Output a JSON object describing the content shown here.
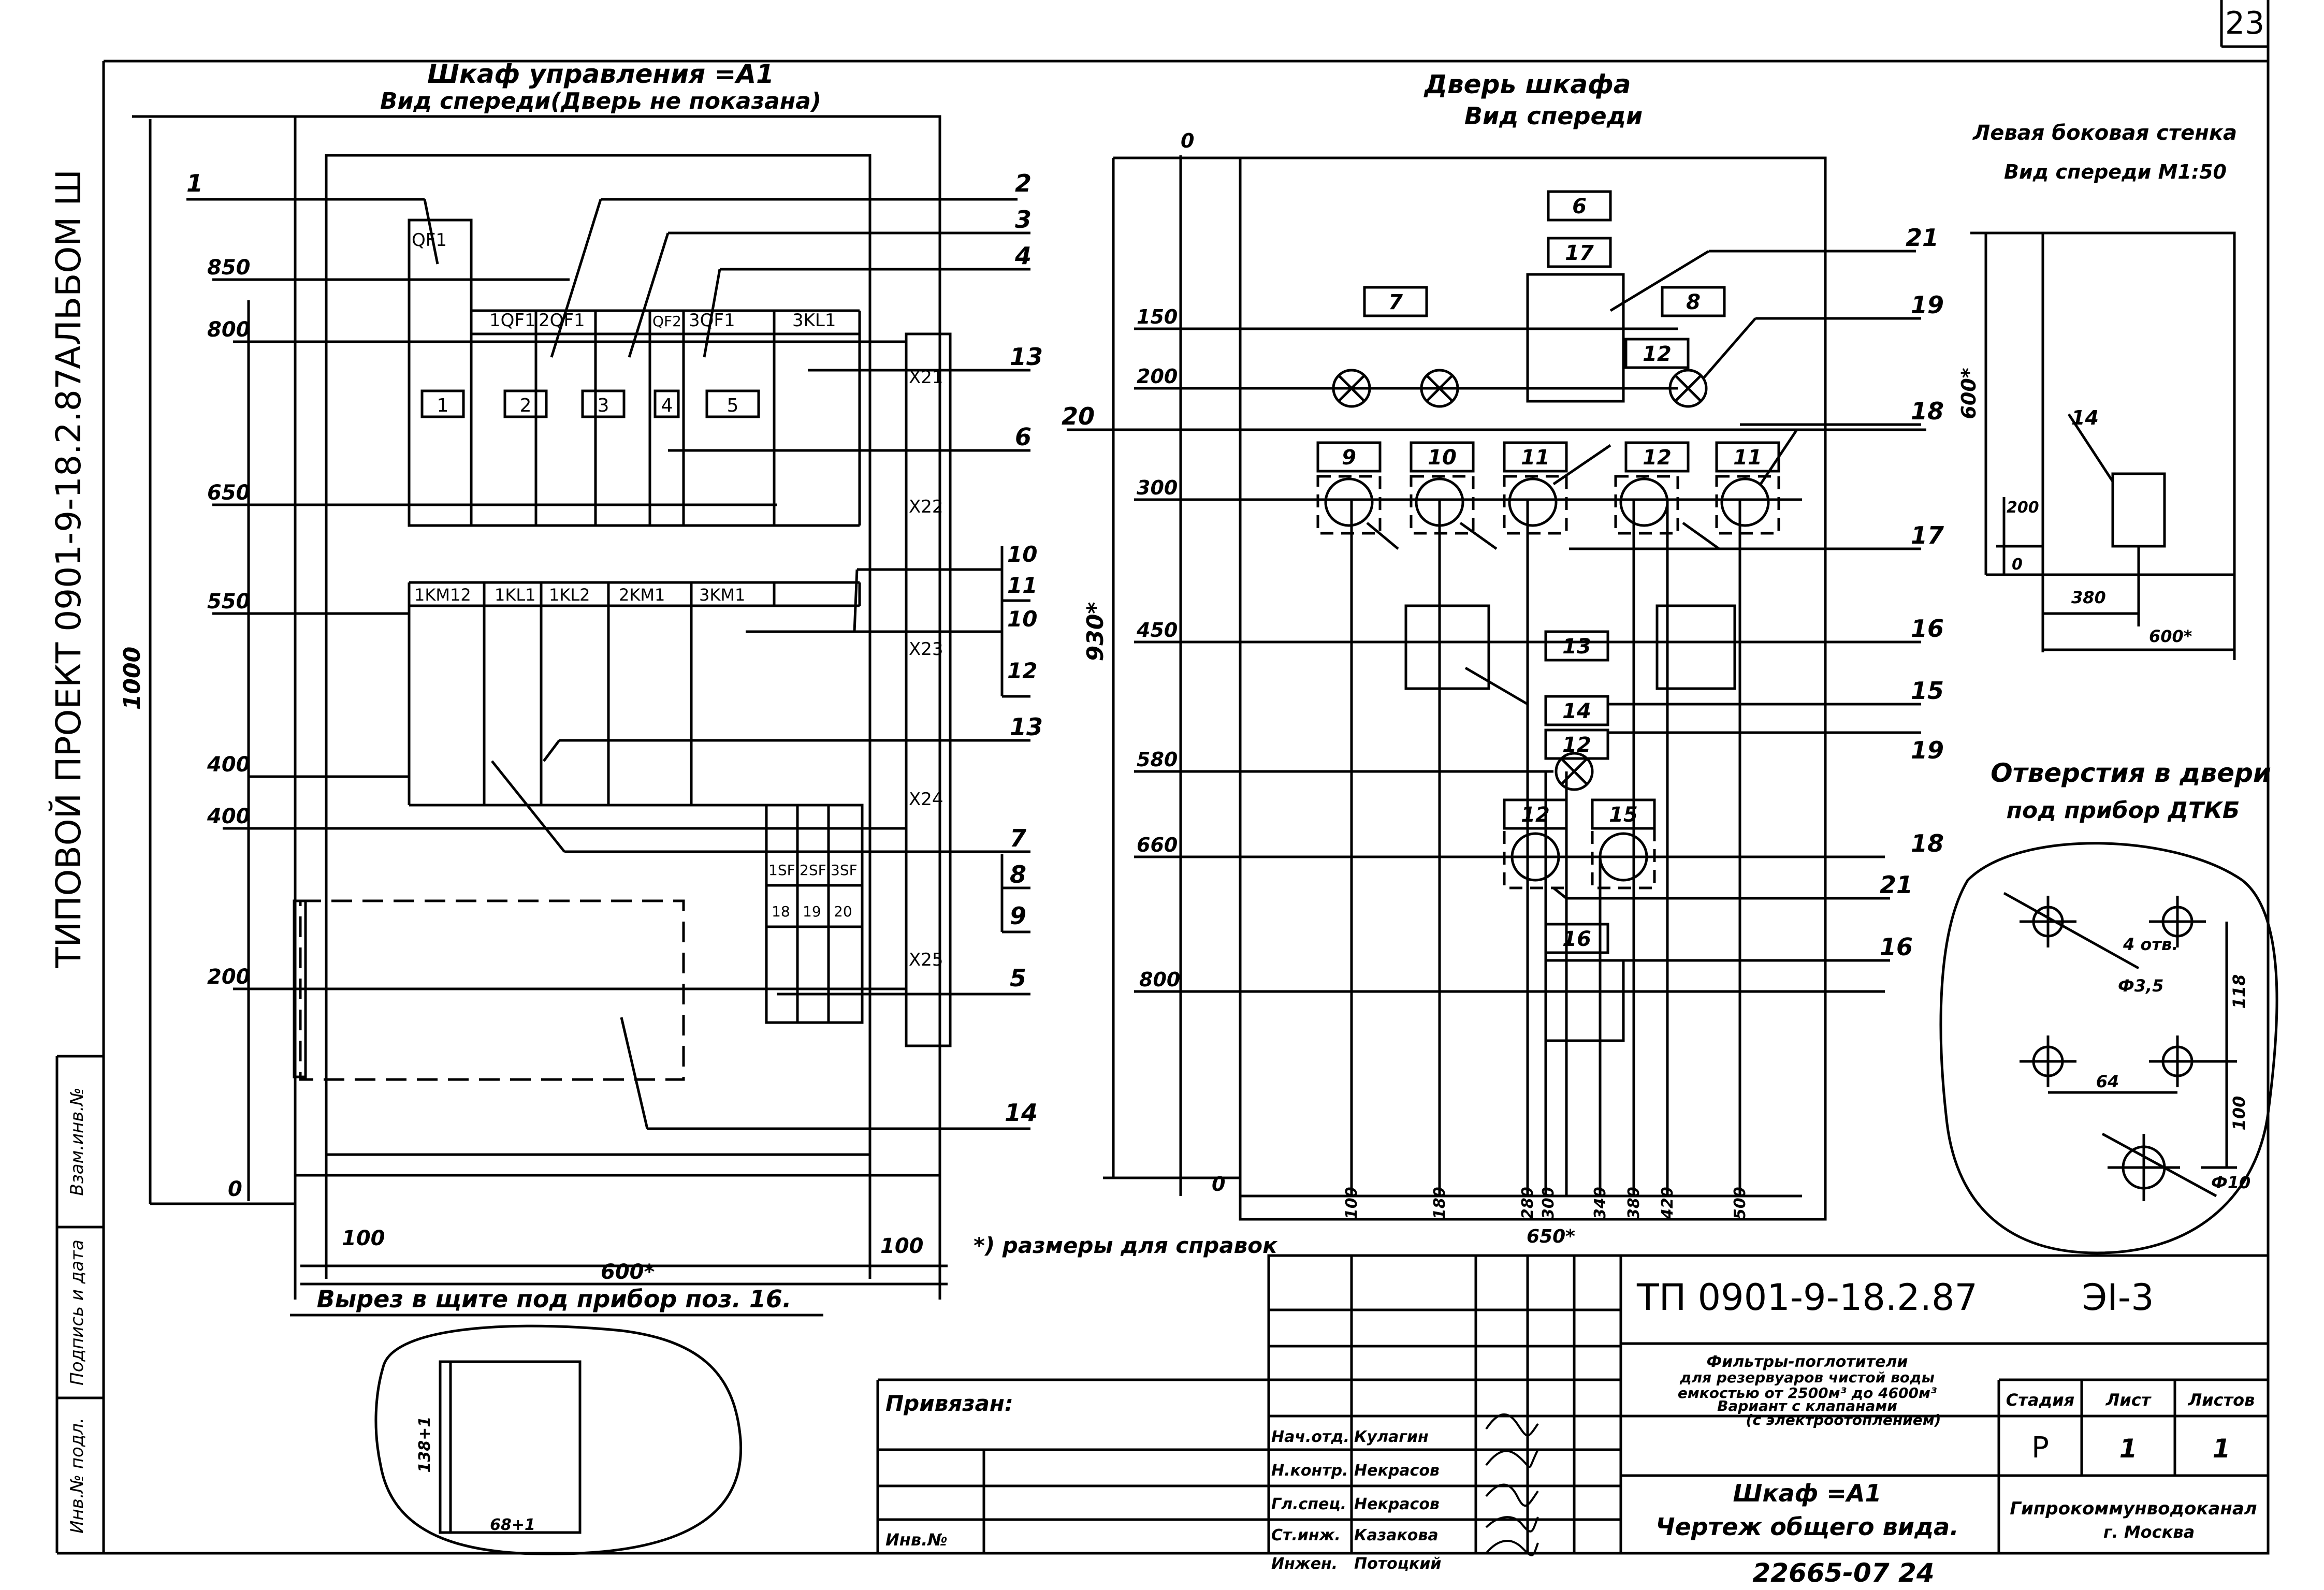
{
  "page_number": "23",
  "left_margin": {
    "album": "АЛЬБОМ Ш",
    "project": "ТИПОВОЙ ПРОЕКТ 0901-9-18.2.87",
    "stamps": [
      "Взам.инв.№",
      "Подпись и дата",
      "Инв.№ подл."
    ]
  },
  "front_view": {
    "title": "Шкаф управления =А1",
    "subtitle": "Вид спереди(Дверь не показана)",
    "dims_left": [
      "850",
      "800",
      "650",
      "550",
      "400",
      "400",
      "200",
      "0"
    ],
    "height_dim": "1000",
    "top_devices": [
      "QF1",
      "1QF1",
      "2QF1",
      "QF2",
      "3QF1",
      "3KL1"
    ],
    "top_numbers": [
      "1",
      "2",
      "3",
      "4",
      "5"
    ],
    "mid_devices": [
      "1KM12",
      "1KL1",
      "1KL2",
      "2KM1",
      "3KM1"
    ],
    "terminals": [
      "X21",
      "X22",
      "X23",
      "X24",
      "X25"
    ],
    "small_breakers": [
      "1SF",
      "2SF",
      "3SF"
    ],
    "small_numbers": [
      "18",
      "19",
      "20"
    ],
    "callouts_right": [
      "2",
      "3",
      "4",
      "13",
      "6",
      "10",
      "11",
      "10",
      "12",
      "13",
      "7",
      "8",
      "9",
      "5",
      "14"
    ],
    "callout_left": "1",
    "bottom_dims": [
      "100",
      "600*",
      "100"
    ],
    "note": "*) размеры для справок"
  },
  "cutout": {
    "title": "Вырез в щите под прибор поз. 16.",
    "dim_h": "138+1",
    "dim_w": "68+1"
  },
  "door_view": {
    "title": "Дверь шкафа",
    "subtitle": "Вид спереди",
    "dims_left": [
      "0",
      "150",
      "200",
      "300",
      "450",
      "580",
      "660",
      "800",
      "0"
    ],
    "height_dim": "930*",
    "labels": [
      "6",
      "7",
      "8",
      "17",
      "12",
      "9",
      "10",
      "11",
      "12",
      "11",
      "13",
      "14",
      "12",
      "12",
      "15",
      "16"
    ],
    "callouts_right": [
      "21",
      "19",
      "18",
      "17",
      "16",
      "15",
      "19",
      "18",
      "21",
      "16"
    ],
    "callout_left": "20",
    "bottom_dims": [
      "100",
      "180",
      "280",
      "300",
      "340",
      "380",
      "420",
      "500"
    ],
    "width_dim": "650*"
  },
  "side_view": {
    "title": "Левая боковая стенка",
    "subtitle": "Вид спереди М1:50",
    "height_dim": "600*",
    "label": "14",
    "dims": [
      "200",
      "0",
      "380",
      "600*"
    ]
  },
  "holes": {
    "title": "Отверстия в двери",
    "subtitle": "под прибор ДТКБ",
    "dims": [
      "4 отв.",
      "Ф3,5",
      "118",
      "64",
      "100",
      "Ф10"
    ]
  },
  "title_block": {
    "code": "ТП 0901-9-18.2.87",
    "sheet_code": "ЭI-3",
    "privyazan": "Привязан:",
    "inv_no": "Инв.№",
    "roles": [
      "Нач.отд.",
      "Н.контр.",
      "Гл.спец.",
      "Ст.инж.",
      "Инжен."
    ],
    "names": [
      "Кулагин",
      "Некрасов",
      "Некрасов",
      "Казакова",
      "Потоцкий"
    ],
    "description": [
      "Фильтры-поглотители",
      "для резервуаров чистой воды",
      "емкостью от 2500м³ до 4600м³",
      "Вариант с клапанами",
      "(с электроотоплением)"
    ],
    "stage_header": [
      "Стадия",
      "Лист",
      "Листов"
    ],
    "stage_values": [
      "Р",
      "1",
      "1"
    ],
    "drawing_title": "Шкаф =А1",
    "drawing_subtitle": "Чертеж общего вида.",
    "org": "Гипрокоммунводоканал",
    "org_city": "г. Москва",
    "archive_no": "22665-07 24"
  }
}
